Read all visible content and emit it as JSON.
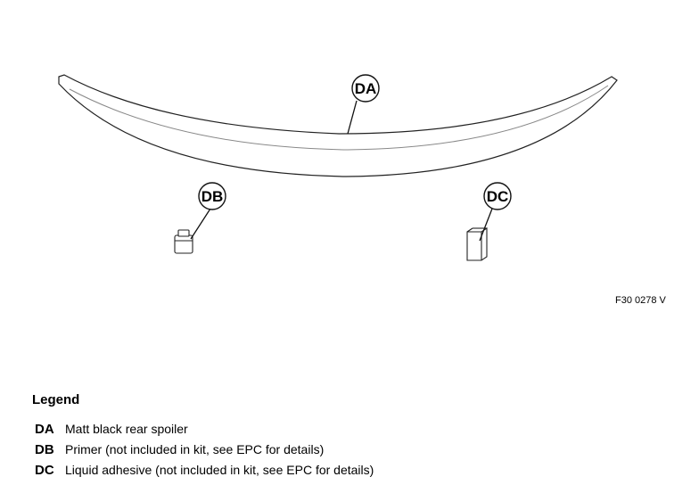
{
  "diagram": {
    "figure_code": "F30 0278 V",
    "callouts": {
      "da": "DA",
      "db": "DB",
      "dc": "DC"
    },
    "items": {
      "spoiler": "rear-spoiler-drawing",
      "primer": "primer-can-icon",
      "adhesive": "adhesive-bottle-icon"
    }
  },
  "legend": {
    "title": "Legend",
    "items": [
      {
        "key": "DA",
        "desc": "Matt black rear spoiler"
      },
      {
        "key": "DB",
        "desc": "Primer (not included in kit, see EPC for details)"
      },
      {
        "key": "DC",
        "desc": "Liquid adhesive (not included in kit, see EPC for details)"
      }
    ]
  }
}
